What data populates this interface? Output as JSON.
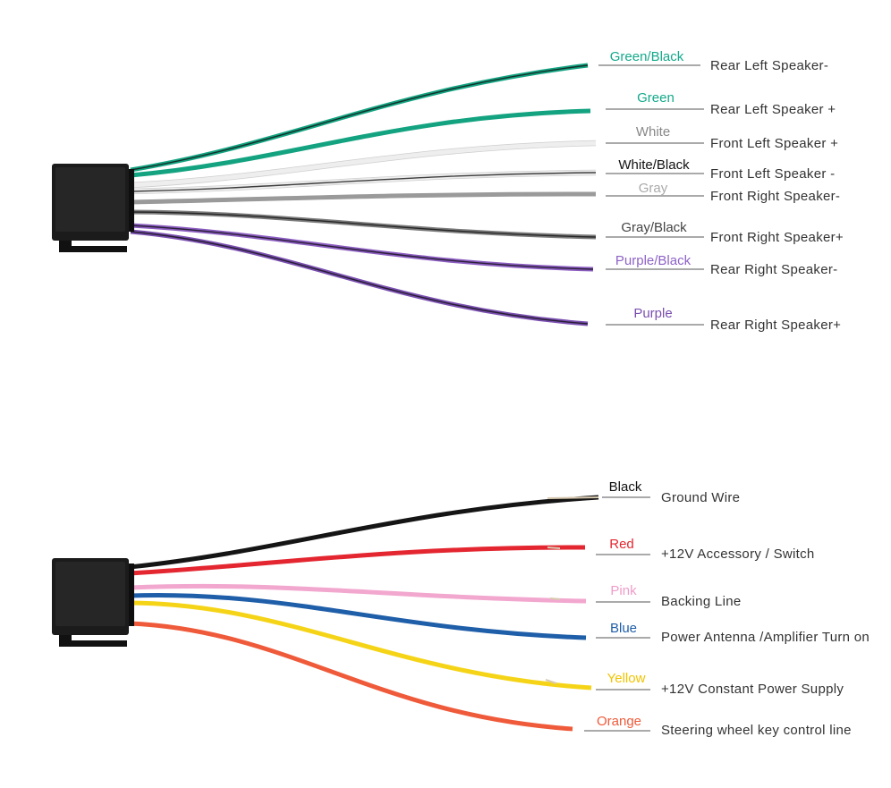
{
  "harness_top": {
    "wires": [
      {
        "color_name": "Green/Black",
        "function": "Rear Left Speaker-",
        "color": "#14a381",
        "stripe": "#111111",
        "label_color": "#13a98a"
      },
      {
        "color_name": "Green",
        "function": "Rear Left Speaker +",
        "color": "#14a381",
        "stripe": "",
        "label_color": "#13a98a"
      },
      {
        "color_name": "White",
        "function": "Front Left Speaker +",
        "color": "#eeeeee",
        "stripe": "",
        "label_color": "#888888"
      },
      {
        "color_name": "White/Black",
        "function": "Front Left Speaker -",
        "color": "#eeeeee",
        "stripe": "#111111",
        "label_color": "#111111"
      },
      {
        "color_name": "Gray",
        "function": "Front Right Speaker-",
        "color": "#9a9a9a",
        "stripe": "",
        "label_color": "#aaaaaa"
      },
      {
        "color_name": "Gray/Black",
        "function": "Front Right Speaker+",
        "color": "#7a7a7a",
        "stripe": "#111111",
        "label_color": "#444444"
      },
      {
        "color_name": "Purple/Black",
        "function": "Rear Right Speaker-",
        "color": "#8a5cc0",
        "stripe": "#111111",
        "label_color": "#8d62c6"
      },
      {
        "color_name": "Purple",
        "function": "Rear Right Speaker+",
        "color": "#7a4fb0",
        "stripe": "#111111",
        "label_color": "#7a4fb0"
      }
    ]
  },
  "harness_bottom": {
    "wires": [
      {
        "color_name": "Black",
        "function": "Ground Wire",
        "color": "#151515",
        "stripe": "",
        "label_color": "#111111"
      },
      {
        "color_name": "Red",
        "function": "+12V Accessory / Switch",
        "color": "#e32630",
        "stripe": "",
        "label_color": "#e32630"
      },
      {
        "color_name": "Pink",
        "function": "Backing Line",
        "color": "#f2a7cf",
        "stripe": "",
        "label_color": "#ef9cc9"
      },
      {
        "color_name": "Blue",
        "function": "Power Antenna /Amplifier Turn on",
        "color": "#1f5ea8",
        "stripe": "",
        "label_color": "#1f5ea8"
      },
      {
        "color_name": "Yellow",
        "function": "+12V Constant Power Supply",
        "color": "#f5d417",
        "stripe": "",
        "label_color": "#f2c300"
      },
      {
        "color_name": "Orange",
        "function": "Steering wheel key control line",
        "color": "#ef5a3a",
        "stripe": "",
        "label_color": "#ef5a3a"
      }
    ]
  }
}
